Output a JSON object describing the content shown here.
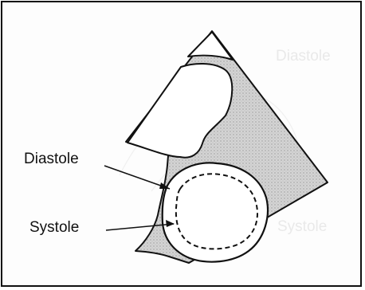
{
  "labels": {
    "diastole": "Diastole",
    "systole": "Systole"
  },
  "bleed_through": {
    "diastole": "Diastole",
    "systole": "Systole"
  },
  "colors": {
    "stipple_fill": "#c8c8c8",
    "outline": "#111111",
    "cavity": "#ffffff"
  }
}
